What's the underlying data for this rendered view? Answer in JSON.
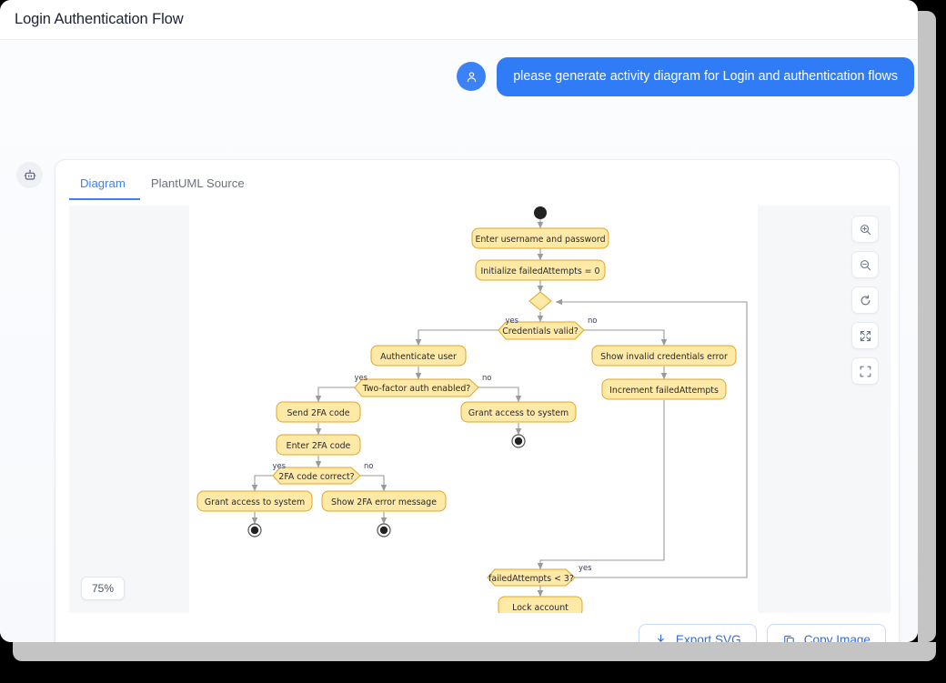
{
  "window": {
    "title": "Login Authentication Flow"
  },
  "chat": {
    "user_avatar_icon": "user-icon",
    "bot_avatar_icon": "robot-icon",
    "user_message": "please generate activity diagram for Login and authentication flows"
  },
  "card": {
    "tabs": [
      {
        "label": "Diagram",
        "active": true
      },
      {
        "label": "PlantUML Source",
        "active": false
      }
    ],
    "zoom_level": "75%",
    "tools": [
      {
        "name": "zoom-in-icon",
        "title": "Zoom in"
      },
      {
        "name": "zoom-out-icon",
        "title": "Zoom out"
      },
      {
        "name": "reset-icon",
        "title": "Reset view"
      },
      {
        "name": "fit-screen-icon",
        "title": "Fit to screen"
      },
      {
        "name": "fullscreen-icon",
        "title": "Fullscreen"
      }
    ],
    "footer": {
      "export_label": "Export SVG",
      "export_icon": "download-icon",
      "copy_label": "Copy Image",
      "copy_icon": "copy-icon"
    }
  },
  "colors": {
    "accent": "#3b82f6",
    "bubble": "#2f7cf6",
    "node_fill": "#FEE9A7",
    "node_stroke": "#E0A526",
    "edge": "#9a9a9a"
  },
  "chart_data": {
    "type": "diagram",
    "diagram_kind": "uml-activity",
    "title": "Login Authentication Flow",
    "nodes": [
      {
        "id": "start",
        "kind": "initial-node",
        "label": ""
      },
      {
        "id": "a1",
        "kind": "action",
        "label": "Enter username and password"
      },
      {
        "id": "a2",
        "kind": "action",
        "label": "Initialize failedAttempts = 0"
      },
      {
        "id": "merge",
        "kind": "merge",
        "label": ""
      },
      {
        "id": "d1",
        "kind": "decision",
        "label": "Credentials valid?"
      },
      {
        "id": "a3",
        "kind": "action",
        "label": "Authenticate user"
      },
      {
        "id": "d2",
        "kind": "decision",
        "label": "Two-factor auth enabled?"
      },
      {
        "id": "a4",
        "kind": "action",
        "label": "Send 2FA code"
      },
      {
        "id": "a5",
        "kind": "action",
        "label": "Enter 2FA code"
      },
      {
        "id": "d3",
        "kind": "decision",
        "label": "2FA code correct?"
      },
      {
        "id": "a6",
        "kind": "action",
        "label": "Grant access to system"
      },
      {
        "id": "a7",
        "kind": "action",
        "label": "Show 2FA error message"
      },
      {
        "id": "a8",
        "kind": "action",
        "label": "Grant access to system"
      },
      {
        "id": "a9",
        "kind": "action",
        "label": "Show invalid credentials error"
      },
      {
        "id": "a10",
        "kind": "action",
        "label": "Increment failedAttempts"
      },
      {
        "id": "d4",
        "kind": "decision",
        "label": "failedAttempts < 3?"
      },
      {
        "id": "a11",
        "kind": "action",
        "label": "Lock account"
      },
      {
        "id": "end1",
        "kind": "final-node",
        "label": ""
      },
      {
        "id": "end2",
        "kind": "final-node",
        "label": ""
      },
      {
        "id": "end3",
        "kind": "final-node",
        "label": ""
      }
    ],
    "edges": [
      {
        "from": "start",
        "to": "a1",
        "label": ""
      },
      {
        "from": "a1",
        "to": "a2",
        "label": ""
      },
      {
        "from": "a2",
        "to": "merge",
        "label": ""
      },
      {
        "from": "merge",
        "to": "d1",
        "label": ""
      },
      {
        "from": "d1",
        "to": "a3",
        "label": "yes"
      },
      {
        "from": "d1",
        "to": "a9",
        "label": "no"
      },
      {
        "from": "a3",
        "to": "d2",
        "label": ""
      },
      {
        "from": "d2",
        "to": "a4",
        "label": "yes"
      },
      {
        "from": "d2",
        "to": "a8",
        "label": "no"
      },
      {
        "from": "a4",
        "to": "a5",
        "label": ""
      },
      {
        "from": "a5",
        "to": "d3",
        "label": ""
      },
      {
        "from": "d3",
        "to": "a6",
        "label": "yes"
      },
      {
        "from": "d3",
        "to": "a7",
        "label": "no"
      },
      {
        "from": "a6",
        "to": "end2",
        "label": ""
      },
      {
        "from": "a7",
        "to": "end3",
        "label": ""
      },
      {
        "from": "a8",
        "to": "end1",
        "label": ""
      },
      {
        "from": "a9",
        "to": "a10",
        "label": ""
      },
      {
        "from": "a10",
        "to": "d4",
        "label": ""
      },
      {
        "from": "d4",
        "to": "merge",
        "label": "yes"
      },
      {
        "from": "d4",
        "to": "a11",
        "label": ""
      }
    ],
    "decision_labels": [
      "yes",
      "no"
    ]
  }
}
